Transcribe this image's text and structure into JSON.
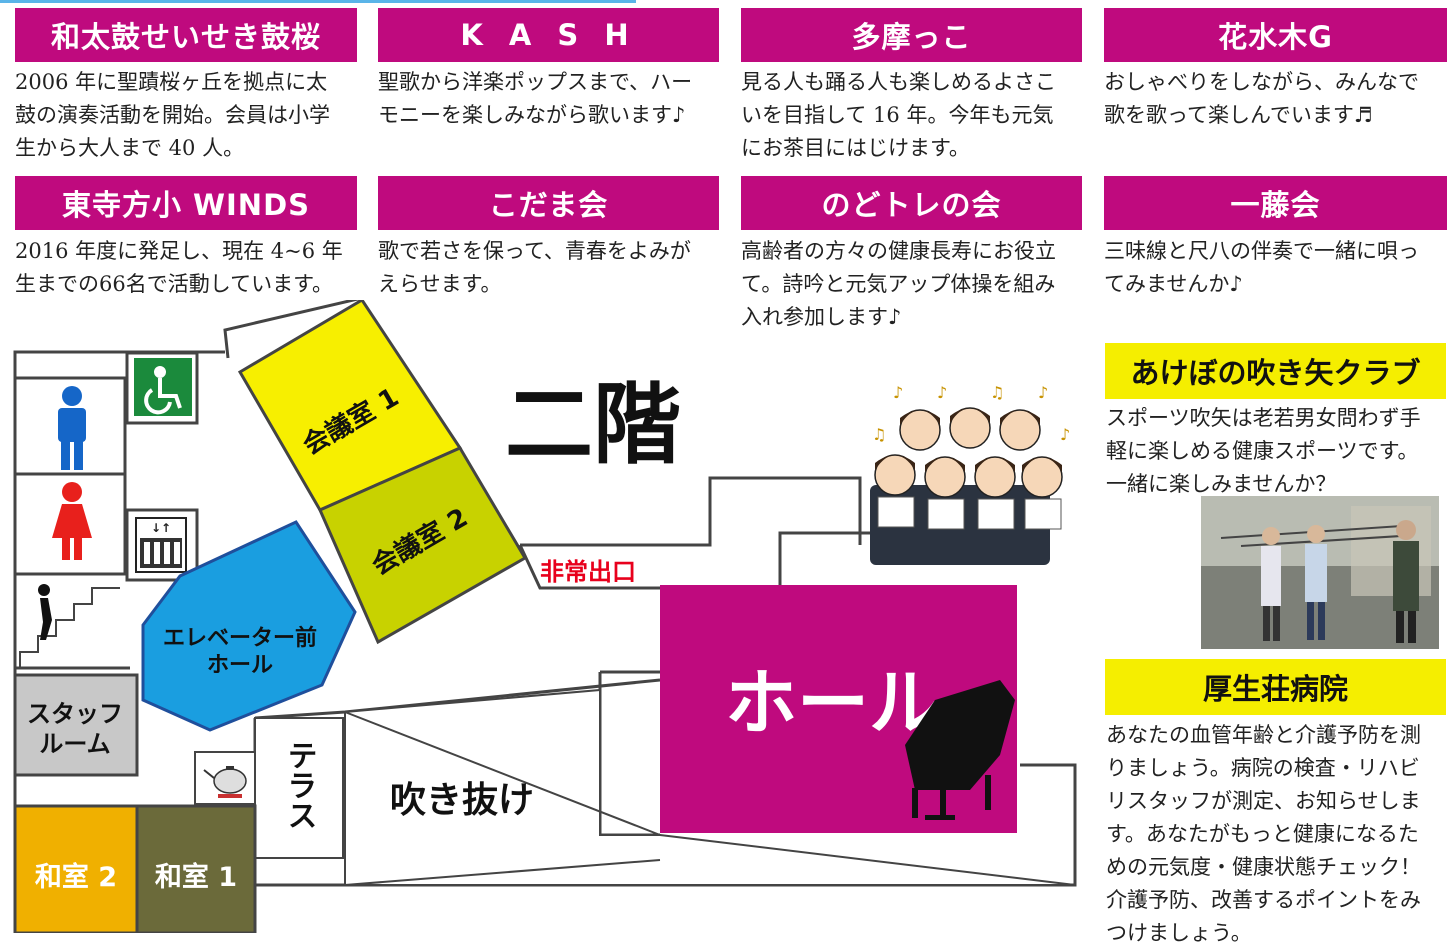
{
  "groups": [
    {
      "name": "和太鼓せいせき鼓桜",
      "desc": [
        "2006 年に聖蹟桜ヶ丘を拠点に太",
        "鼓の演奏活動を開始。会員は小学",
        "生から大人まで 40 人。"
      ]
    },
    {
      "name": "K A S H",
      "desc": [
        "聖歌から洋楽ポップスまで、ハー",
        "モニーを楽しみながら歌います♪"
      ]
    },
    {
      "name": "多摩っこ",
      "desc": [
        "見る人も踊る人も楽しめるよさこ",
        "いを目指して 16 年。今年も元気",
        "にお茶目にはじけます。"
      ]
    },
    {
      "name": "花水木G",
      "desc": [
        "おしゃべりをしながら、みんなで",
        "歌を歌って楽しんでいます♬"
      ]
    },
    {
      "name": "東寺方小 WINDS",
      "desc": [
        "2016 年度に発足し、現在 4~6 年",
        "生までの66名で活動しています。"
      ]
    },
    {
      "name": "こだま会",
      "desc": [
        "歌で若さを保って、青春をよみが",
        "えらせます。"
      ]
    },
    {
      "name": "のどトレの会",
      "desc": [
        "高齢者の方々の健康長寿にお役立",
        "て。詩吟と元気アップ体操を組み",
        "入れ参加します♪"
      ]
    },
    {
      "name": "一藤会",
      "desc": [
        "三味線と尺八の伴奏で一緒に唄っ",
        "てみませんか♪"
      ]
    }
  ],
  "yellow_sections": [
    {
      "name": "あけぼの吹き矢クラブ",
      "desc": [
        "スポーツ吹矢は老若男女問わず手",
        "軽に楽しめる健康スポーツです。",
        "一緒に楽しみませんか？"
      ]
    },
    {
      "name": "厚生荘病院",
      "desc": [
        "あなたの血管年齢と介護予防を測",
        "りましょう。病院の検査・リハビ",
        "リスタッフが測定、お知らせしま",
        "す。あなたがもっと健康になるた",
        "めの元気度・健康状態チェック！",
        "介護予防、改善するポイントをみ",
        "つけましょう。"
      ]
    }
  ],
  "floor_map": {
    "floor_label": "二階",
    "hall": "ホール",
    "fukinuke": "吹き抜け",
    "terrace": "テラス",
    "meeting1": "会議室 1",
    "meeting2": "会議室 2",
    "exit": "非常出口",
    "elevator_hall_1": "エレベーター前",
    "elevator_hall_2": "ホール",
    "staff_room_1": "スタッフ",
    "staff_room_2": "ルーム",
    "washitsu2": "和室 2",
    "washitsu1": "和室 1"
  },
  "colors": {
    "header_magenta": "#bf0a7e",
    "header_yellow": "#f5ee00",
    "meeting1_yellow": "#f7ef00",
    "meeting2_olive": "#c8d200",
    "elevator_blue": "#1a9ee0",
    "staff_gray": "#c8c8c8",
    "washitsu2_orange": "#f0b000",
    "washitsu1_olive": "#6b6a3a",
    "exit_red": "#e8001c"
  }
}
